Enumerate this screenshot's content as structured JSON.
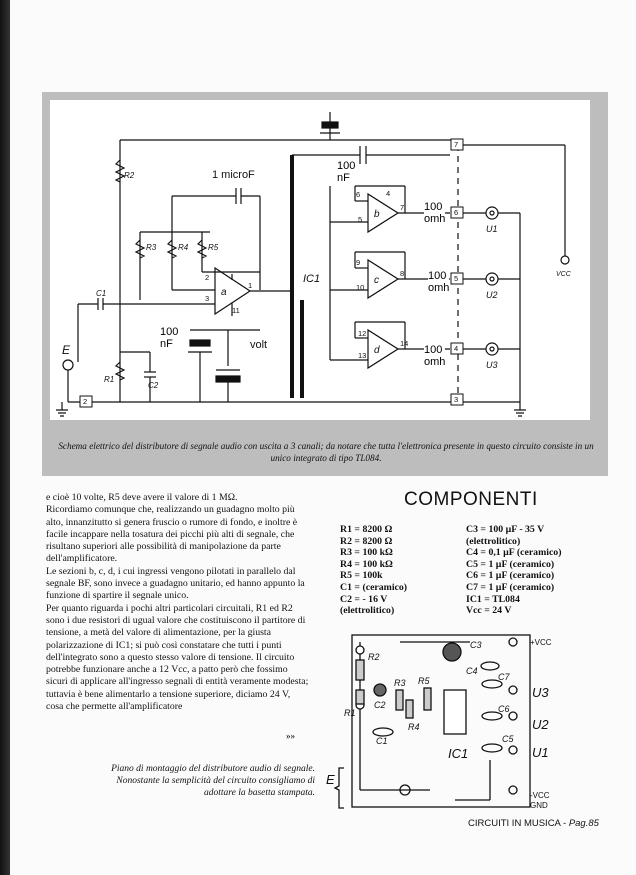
{
  "schematic": {
    "labels": {
      "microf": "1 microF",
      "nf_top": "100\nnF",
      "omh_b": "100\nomh",
      "omh_c": "100\nomh",
      "omh_d": "100\nomh",
      "nf_bottom": "100\nnF",
      "volt": "volt",
      "ic1": "IC1",
      "r2": "R2",
      "r3": "R3",
      "r4": "R4",
      "r5": "R5",
      "r1": "R1",
      "c1": "C1",
      "c2": "C2",
      "amp_a": "a",
      "amp_b": "b",
      "amp_c": "c",
      "amp_d": "d",
      "e": "E",
      "u1": "U1",
      "u2": "U2",
      "u3": "U3",
      "vcc": "VCC",
      "pins": [
        "1",
        "2",
        "3",
        "11",
        "4",
        "5",
        "6",
        "7",
        "8",
        "9",
        "10",
        "12",
        "13",
        "14"
      ],
      "terminals": [
        "7",
        "6",
        "5",
        "4",
        "3",
        "2"
      ]
    },
    "caption": "Schema elettrico del distributore di segnale audio con uscita a 3 canali; da notare che tutta l'elettronica presente in questo circuito consiste in un unico integrato di tipo TL084."
  },
  "article": {
    "paragraphs": [
      "e cioè 10 volte, R5 deve avere il valore di 1 MΩ.",
      "Ricordiamo comunque che, realizzando un guadagno molto più alto, innanzitutto si genera fruscio o rumore di fondo, e inoltre è facile incappare nella tosatura dei picchi più alti di segnale, che risultano superiori alle possibilità di manipolazione da parte dell'amplificatore.",
      "Le sezioni b, c, d, i cui ingressi vengono pilotati in parallelo dal segnale BF, sono invece a guadagno unitario, ed hanno appunto la funzione di spartire il segnale unico.",
      "Per quanto riguarda i pochi altri particolari circuitali, R1 ed R2 sono i due resistori di ugual valore che costituiscono il partitore di tensione, a metà del valore di alimentazione, per la giusta polarizzazione di IC1; si può così constatare che tutti i punti dell'integrato sono a questo stesso valore di tensione. Il circuito potrebbe funzionare anche a 12 Vcc, a patto però che fossimo sicuri di applicare all'ingresso segnali di entità veramente modesta; tuttavia è bene alimentarlo a tensione superiore, diciamo 24 V, cosa che permette all'amplificatore"
    ],
    "continue": "»»"
  },
  "components": {
    "title": "COMPONENTI",
    "left": [
      "R1 = 8200 Ω",
      "R2 = 8200 Ω",
      "R3 = 100 kΩ",
      "R4 = 100 kΩ",
      "R5 = 100k",
      "C1 =          (ceramico)",
      "C2 =          - 16 V",
      "(elettrolitico)"
    ],
    "right": [
      "C3 = 100 µF - 35 V",
      "(elettrolitico)",
      "C4 = 0,1 µF (ceramico)",
      "C5 = 1 µF (ceramico)",
      "C6 = 1 µF (ceramico)",
      "C7 = 1 µF (ceramico)",
      "IC1 = TL084",
      "Vcc = 24 V"
    ]
  },
  "assembly": {
    "caption": "Piano di montaggio del distributore audio di segnale. Nonostante la semplicità del circuito consigliamo di adottare la basetta stampata.",
    "labels": {
      "c3": "C3",
      "r2": "R2",
      "c4": "C4",
      "c7": "C7",
      "r3": "R3",
      "r5": "R5",
      "c2": "C2",
      "r1": "R1",
      "r4": "R4",
      "c6": "C6",
      "c1": "C1",
      "ic1": "IC1",
      "c5": "C5",
      "vcc_pos": "+VCC",
      "u3": "U3",
      "u2": "U2",
      "u1": "U1",
      "e": "E",
      "vcc_neg": "-VCC",
      "gnd": "GND"
    }
  },
  "footer": {
    "magazine": "CIRCUITI IN MUSICA -",
    "page": "Pag.85"
  }
}
